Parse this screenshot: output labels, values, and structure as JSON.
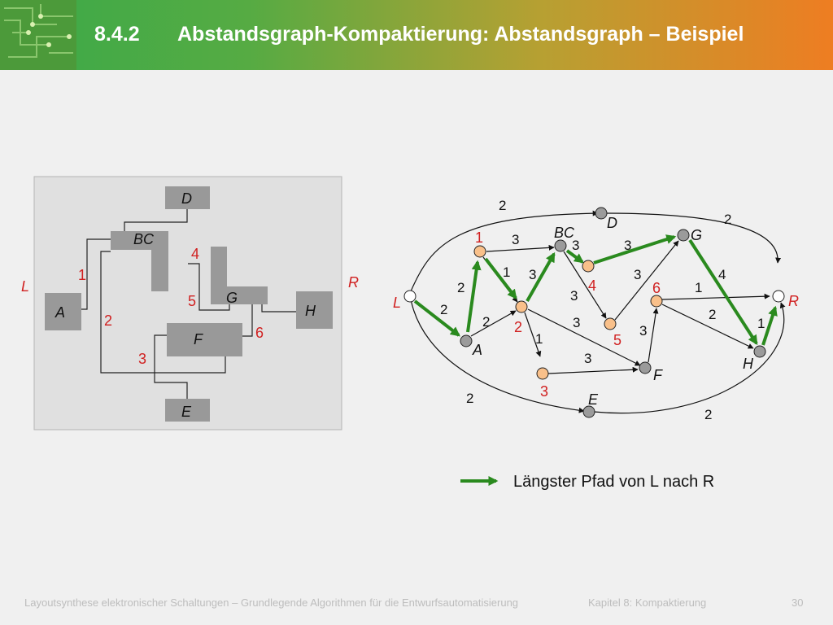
{
  "header": {
    "number": "8.4.2",
    "title": "Abstandsgraph-Kompaktierung: Abstandsgraph – Beispiel"
  },
  "colors": {
    "green": "#2a8a1e",
    "red": "#d02020",
    "orange_node": "#f9c08a",
    "gray_node": "#9b9b9b",
    "header_from": "#3aaa49",
    "header_to": "#ee7d22"
  },
  "layout_panel": {
    "blocks": {
      "D": "D",
      "BC": "BC",
      "A": "A",
      "G": "G",
      "H": "H",
      "F": "F",
      "E": "E"
    },
    "side_labels": {
      "L": "L",
      "R": "R"
    },
    "numbers": {
      "n1": "1",
      "n2": "2",
      "n3": "3",
      "n4": "4",
      "n5": "5",
      "n6": "6"
    }
  },
  "graph": {
    "node_labels": {
      "L": "L",
      "R": "R",
      "A": "A",
      "BC": "BC",
      "D": "D",
      "G": "G",
      "H": "H",
      "F": "F",
      "E": "E"
    },
    "red_labels": {
      "r1": "1",
      "r2": "2",
      "r3": "3",
      "r4": "4",
      "r5": "5",
      "r6": "6"
    },
    "weights": {
      "w_top_left": "2",
      "w_top_right": "2",
      "w_bot_left": "2",
      "w_bot_right": "2",
      "w_L_A": "2",
      "w_A_1": "2",
      "w_1_BC": "3",
      "w_1_2": "1",
      "w_A_2": "2",
      "w_2_BC": "3",
      "w_BC_4": "3",
      "w_BC_5": "3",
      "w_2_F": "3",
      "w_2_3": "1",
      "w_3_F": "3",
      "w_4_G": "3",
      "w_5_G": "3",
      "w_F_6": "3",
      "w_G_H": "4",
      "w_6_R": "1",
      "w_6_H": "2",
      "w_H_R": "1"
    }
  },
  "legend": {
    "text": "Längster Pfad von L nach R"
  },
  "footer": {
    "left": "Layoutsynthese elektronischer Schaltungen – Grundlegende Algorithmen für die Entwurfsautomatisierung",
    "middle": "Kapitel 8: Kompaktierung",
    "page": "30"
  }
}
